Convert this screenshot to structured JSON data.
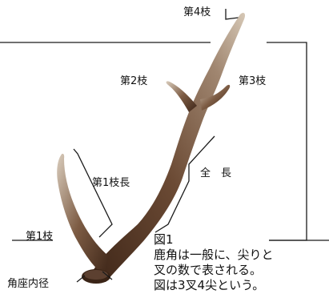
{
  "labels": {
    "tine4": "第4枝",
    "tine2": "第2枝",
    "tine3": "第3枝",
    "tine1_length": "第1枝長",
    "total_length": "全　長",
    "tine1": "第1枝",
    "base_diameter": "角座内径"
  },
  "caption": {
    "fig_no": "図1",
    "line1": "鹿角は一般に、尖りと",
    "line2": "叉の数で表される。",
    "line3": "図は3叉4尖という。"
  },
  "colors": {
    "antler_dark": "#4a2e1e",
    "antler_mid": "#7a5a42",
    "antler_light": "#cbb8a4",
    "line": "#1a1a1a"
  }
}
